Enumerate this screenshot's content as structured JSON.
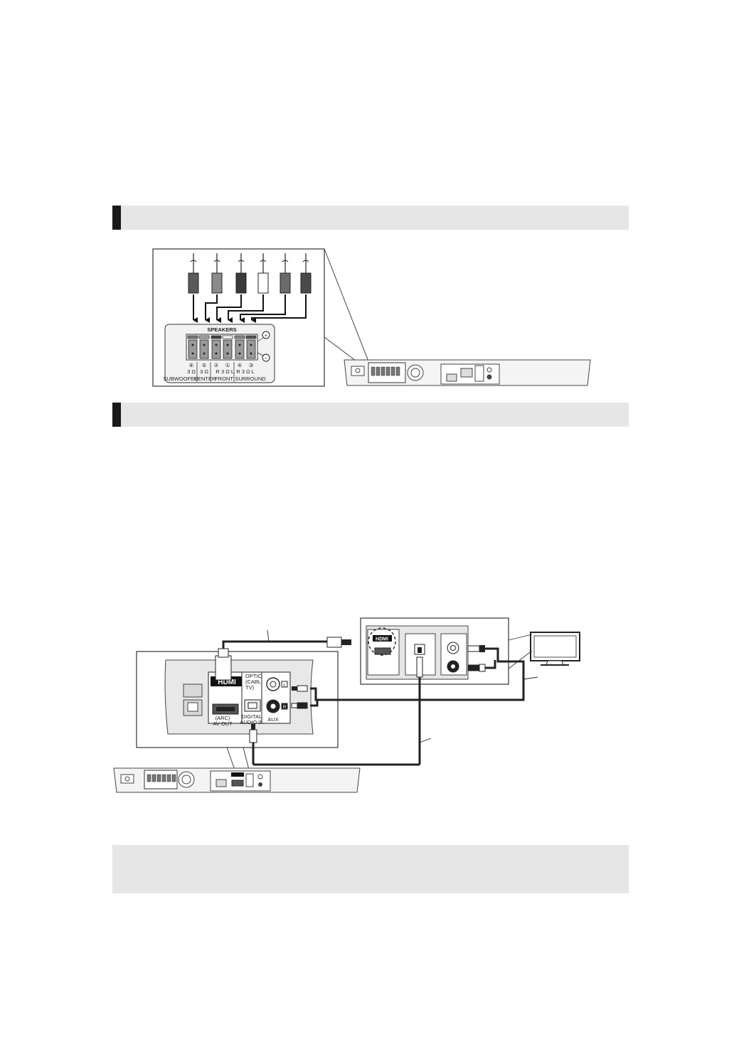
{
  "sections": [
    {
      "id": "speaker-section",
      "title": ""
    },
    {
      "id": "tv-section",
      "title": ""
    }
  ],
  "note": "",
  "speaker_panel": {
    "heading": "SPEAKERS",
    "plus_symbol": "+",
    "minus_symbol": "−",
    "channels": [
      {
        "num": "⑥",
        "spec": "3 Ω",
        "group": "SUBWOOFER"
      },
      {
        "num": "⑤",
        "spec": "3 Ω",
        "group": "CENTER"
      },
      {
        "num": "②",
        "spec": "R",
        "group": "FRONT"
      },
      {
        "num": "①",
        "spec": "3 Ω  L",
        "group": ""
      },
      {
        "num": "④",
        "spec": "R 3 Ω  L",
        "group": "SURROUND"
      },
      {
        "num": "③",
        "spec": "",
        "group": ""
      }
    ]
  },
  "connection_panel": {
    "hdmi_logo": "HDMI",
    "hdmi_port_label_1": "(ARC)",
    "hdmi_port_label_2": "AV OUT",
    "optical_label_1": "OPTICAL",
    "optical_label_2": "(CABLE/SAT/",
    "optical_label_3": "TV)",
    "digital_label_1": "DIGITAL",
    "digital_label_2": "AUDIO IN",
    "aux_label": "AUX",
    "left_marker": "L",
    "right_marker": "R"
  },
  "tv_panel": {
    "hdmi_logo": "HDMI"
  }
}
